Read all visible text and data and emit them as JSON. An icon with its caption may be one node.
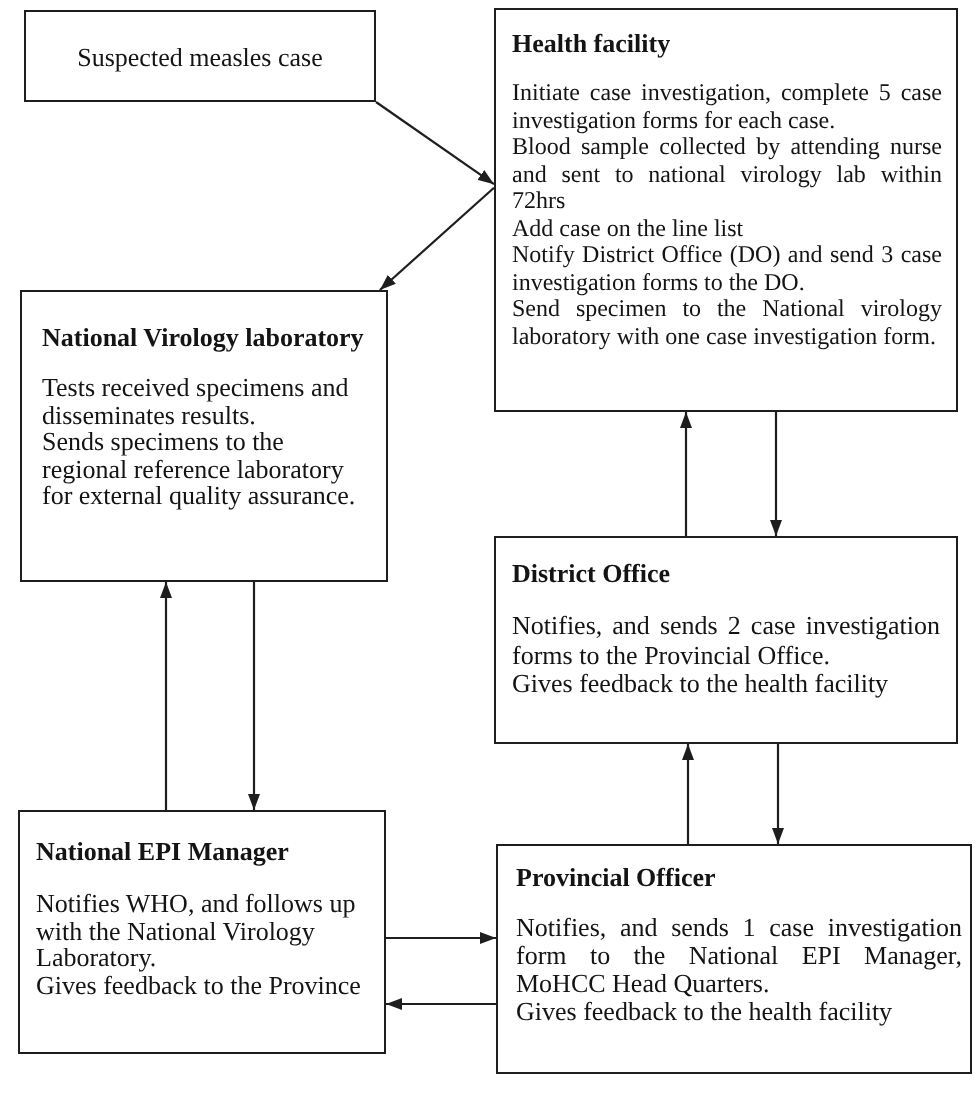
{
  "diagram": {
    "nodes": [
      {
        "text": [
          "Suspected measles case"
        ]
      },
      {
        "text": [
          "Health facility",
          "Initiate case investigation, complete 5 case investigation forms for each case.",
          "Blood sample collected by attending nurse and sent to national virology lab within 72hrs",
          "Add case on the line list",
          "Notify District Office (DO) and send 3 case investigation forms to the DO.",
          "Send specimen to the National virology laboratory with one case investigation form."
        ]
      },
      {
        "text": [
          "National Virology laboratory",
          "Tests received specimens and disseminates results.",
          "Sends specimens to the regional reference laboratory for external quality assurance."
        ]
      },
      {
        "text": [
          "District Office",
          "Notifies, and sends 2 case investigation forms to the Provincial Office.",
          "Gives feedback to the health facility"
        ]
      },
      {
        "text": [
          "National EPI Manager",
          "Notifies WHO, and follows up with the National Virology Laboratory.",
          "Gives feedback to the Province"
        ]
      },
      {
        "text": [
          "Provincial Officer",
          "Notifies, and sends 1 case investigation form to the National EPI Manager, MoHCC Head Quarters.",
          "Gives feedback to the health facility"
        ]
      }
    ],
    "edges": [
      {
        "from": 0,
        "to": 1,
        "arrow": "to"
      },
      {
        "from": 1,
        "to": 2,
        "arrow": "to"
      },
      {
        "from": 3,
        "to": 1,
        "arrow": "to"
      },
      {
        "from": 1,
        "to": 3,
        "arrow": "to"
      },
      {
        "from": 4,
        "to": 2,
        "arrow": "to"
      },
      {
        "from": 2,
        "to": 4,
        "arrow": "to"
      },
      {
        "from": 5,
        "to": 3,
        "arrow": "to"
      },
      {
        "from": 3,
        "to": 5,
        "arrow": "to"
      },
      {
        "from": 4,
        "to": 5,
        "arrow": "to"
      },
      {
        "from": 5,
        "to": 4,
        "arrow": "to"
      }
    ]
  }
}
